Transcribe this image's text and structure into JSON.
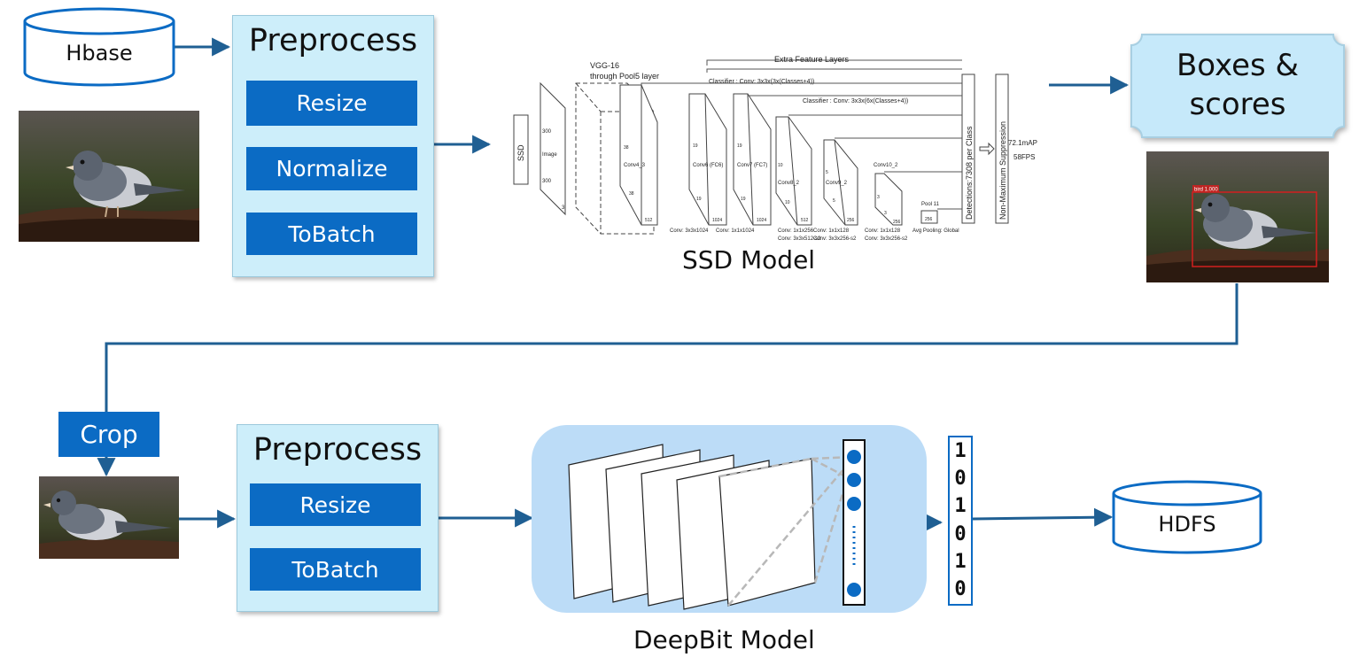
{
  "hbase": {
    "label": "Hbase"
  },
  "preprocess_top": {
    "title": "Preprocess",
    "steps": [
      "Resize",
      "Normalize",
      "ToBatch"
    ]
  },
  "ssd": {
    "caption": "SSD Model",
    "side_label": "SSD",
    "vgg_label": [
      "VGG-16",
      "through Pool5 layer"
    ],
    "extra_layers_label": "Extra Feature Layers",
    "classifier_labels": [
      "Classifier : Conv: 3x3x(3x(Classes+4))",
      "Classifier : Conv: 3x3x(6x(Classes+4))"
    ],
    "image_labels": [
      "300",
      "Image",
      "300",
      "3"
    ],
    "layer_names": [
      "Conv4_3",
      "Conv6 (FC6)",
      "Conv7 (FC7)",
      "Conv8_2",
      "Conv9_2",
      "Conv10_2",
      "Pool 11"
    ],
    "layer_dims": [
      "38",
      "38",
      "512",
      "19",
      "19",
      "1024",
      "19",
      "19",
      "1024",
      "10",
      "10",
      "512",
      "5",
      "5",
      "256",
      "3",
      "3",
      "256",
      "256"
    ],
    "conv_labels": [
      "Conv: 3x3x1024",
      "Conv: 1x1x1024",
      "Conv: 1x1x256",
      "Conv: 3x3x512-s2",
      "Conv: 1x1x128",
      "Conv: 3x3x256-s2",
      "Conv: 1x1x128",
      "Conv: 3x3x256-s2",
      "Avg Pooling: Global"
    ],
    "detections_label": "Detections:7308  per Class",
    "nms_label": "Non-Maximum Suppression",
    "metrics": [
      "72.1mAP",
      "58FPS"
    ]
  },
  "boxes": {
    "label_line1": "Boxes &",
    "label_line2": "scores",
    "detect_tag": "bird 1.000"
  },
  "crop": {
    "label": "Crop"
  },
  "preprocess_bottom": {
    "title": "Preprocess",
    "steps": [
      "Resize",
      "ToBatch"
    ]
  },
  "deepbit": {
    "caption": "DeepBit Model",
    "bits": [
      "1",
      "0",
      "1",
      "0",
      "1",
      "0"
    ]
  },
  "hdfs": {
    "label": "HDFS"
  },
  "colors": {
    "arrow": "#1f5f93",
    "button_blue": "#0b6bc4",
    "panel_light": "#cdeefa",
    "deepbit_bg": "#bcdcf7",
    "detect_box": "#d21f1f"
  }
}
